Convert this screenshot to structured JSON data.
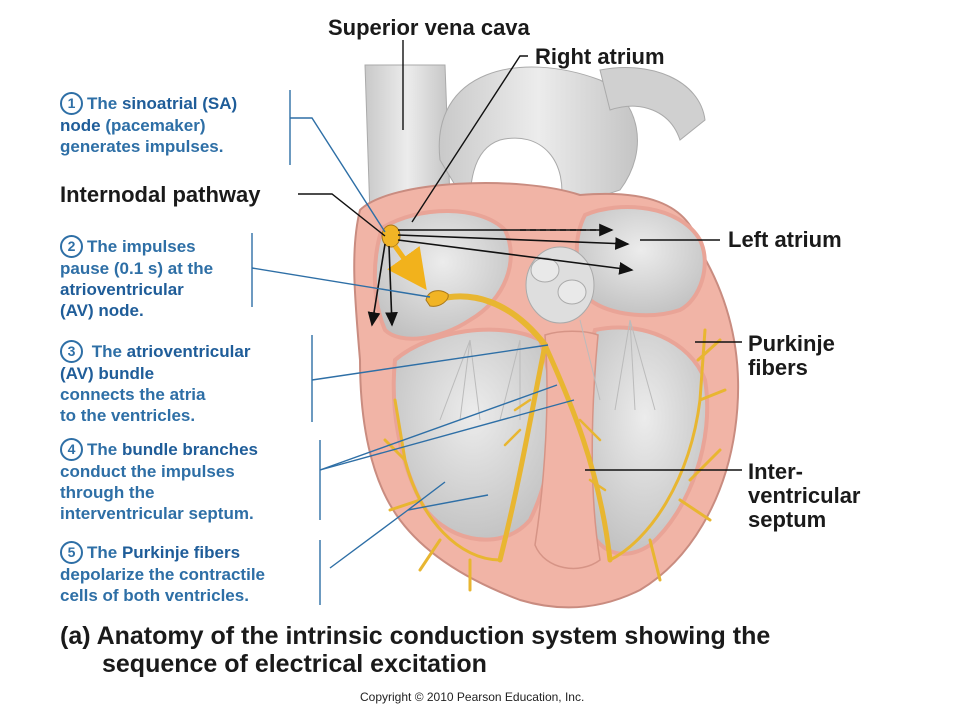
{
  "labels": {
    "superior_vena_cava": "Superior vena cava",
    "right_atrium": "Right atrium",
    "internodal_pathway": "Internodal pathway",
    "left_atrium": "Left atrium",
    "purkinje_fibers_1": "Purkinje",
    "purkinje_fibers_2": "fibers",
    "septum_1": "Inter-",
    "septum_2": "ventricular",
    "septum_3": "septum"
  },
  "steps": [
    {
      "num": "1",
      "a": "The ",
      "b": "sinoatrial (SA)",
      "c": "node",
      "d": " (pacemaker)",
      "e": "generates impulses."
    },
    {
      "num": "2",
      "a": "The impulses",
      "b": "pause (0.1 s) at the",
      "c": "atrioventricular",
      "d": "(AV) node."
    },
    {
      "num": "3",
      "a": " The ",
      "b": "atrioventricular",
      "c": "(AV) bundle",
      "d": "connects the atria",
      "e": "to the ventricles."
    },
    {
      "num": "4",
      "a": "The ",
      "b": "bundle branches",
      "c": "conduct the impulses",
      "d": "through the",
      "e": "interventricular septum."
    },
    {
      "num": "5",
      "a": "The ",
      "b": "Purkinje fibers",
      "c": "depolarize the contractile",
      "d": "cells of both ventricles."
    }
  ],
  "caption": {
    "line1": "(a) Anatomy of the intrinsic conduction system showing the",
    "line2": "sequence of electrical excitation"
  },
  "copyright": "Copyright © 2010 Pearson Education, Inc.",
  "colors": {
    "step_text": "#2e6fa6",
    "conduction": "#e8b631",
    "myocardium": "#f3b3a6",
    "chamber": "#d9d9d9"
  }
}
